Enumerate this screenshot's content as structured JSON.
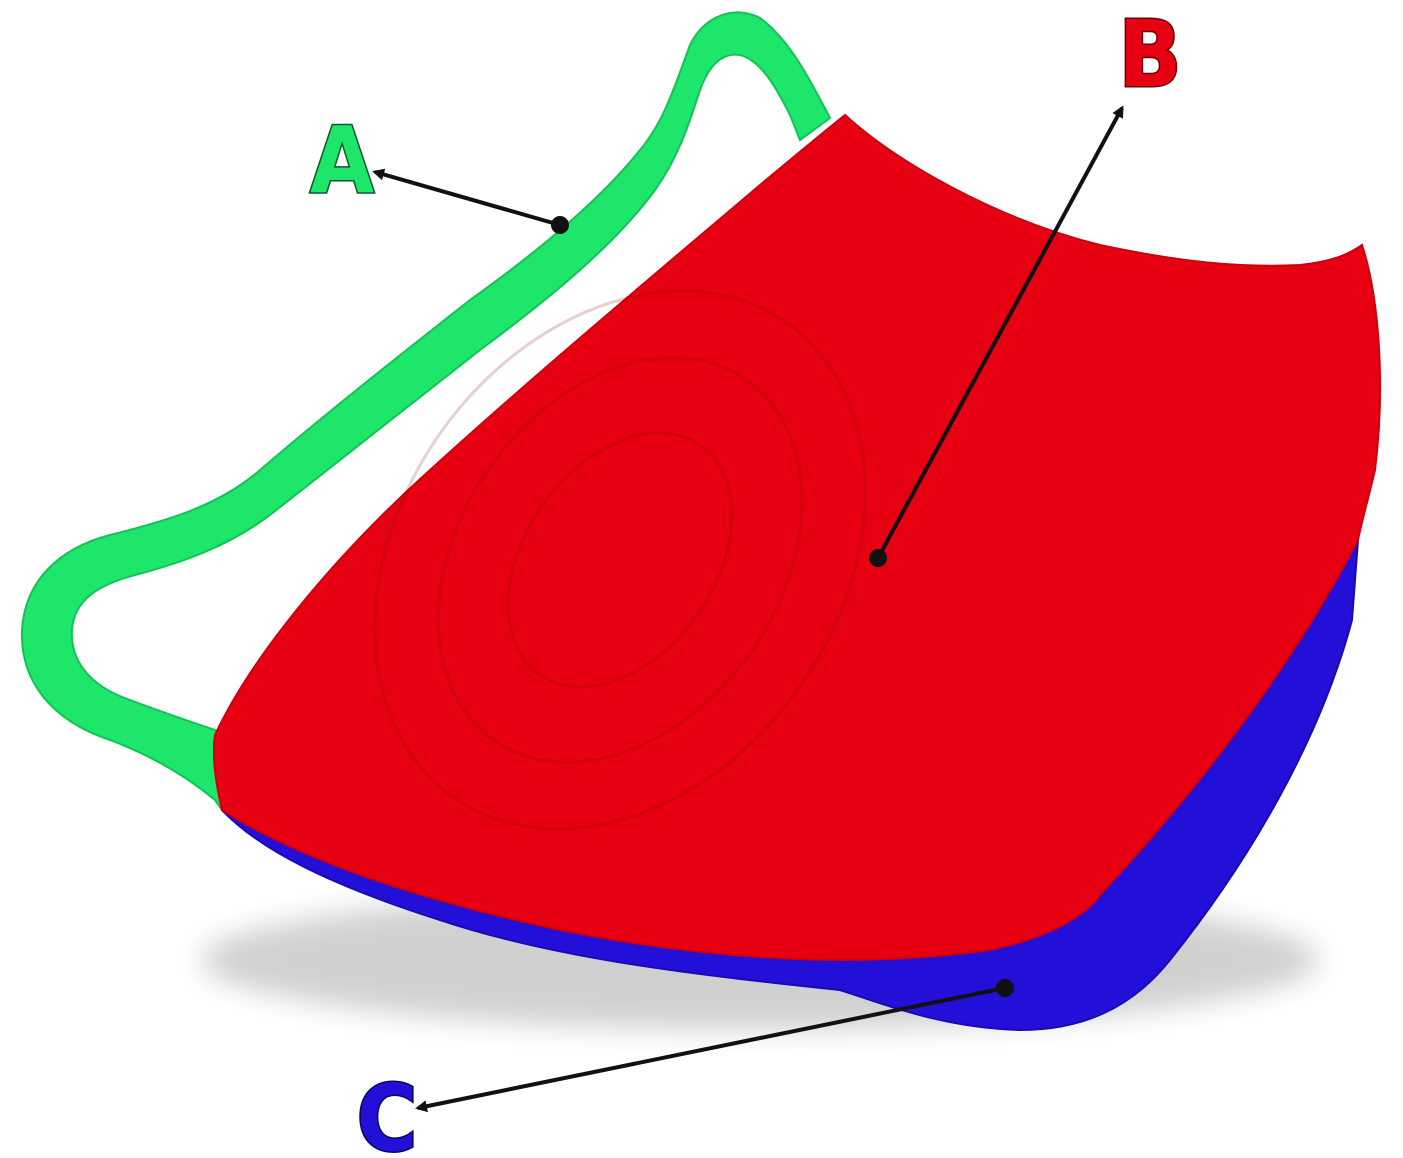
{
  "diagram": {
    "colors": {
      "strap": "#1ee66a",
      "strap_shade": "#13c257",
      "body": "#e60012",
      "body_shade": "#cc000f",
      "bottom": "#2210d8",
      "bottom_shade": "#1a0bb0",
      "arrow": "#111111",
      "background": "#ffffff"
    },
    "labels": [
      {
        "id": "A",
        "text": "A",
        "part": "strap",
        "color": "#1ee66a",
        "outline": "#0a5a26"
      },
      {
        "id": "B",
        "text": "B",
        "part": "body",
        "color": "#e60012",
        "outline": "#6a0008"
      },
      {
        "id": "C",
        "text": "C",
        "part": "bottom",
        "color": "#2210d8",
        "outline": "#0a0660"
      }
    ]
  }
}
